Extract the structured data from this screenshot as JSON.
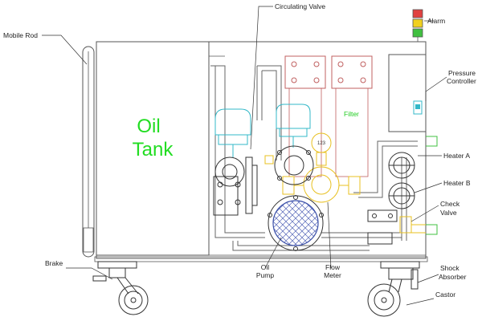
{
  "tank": {
    "line1": "Oil",
    "line2": "Tank"
  },
  "filter_label": "Filter",
  "meter_readout": "123",
  "labels": {
    "mobile_rod": "Mobile Rod",
    "circulating_valve": "Circulating Valve",
    "alarm": "Alarm",
    "pressure_controller_1": "Pressure",
    "pressure_controller_2": "Controller",
    "heater_a": "Heater A",
    "heater_b": "Heater B",
    "check_valve_1": "Check",
    "check_valve_2": "Valve",
    "brake": "Brake",
    "oil_pump_1": "Oil",
    "oil_pump_2": "Pump",
    "flow_meter_1": "Flow",
    "flow_meter_2": "Meter",
    "shock_absorber_1": "Shock",
    "shock_absorber_2": "Absorber",
    "castor": "Castor"
  },
  "colors": {
    "alarm_red": "#e04040",
    "alarm_yellow": "#f0d020",
    "alarm_green": "#40c040",
    "tank_text": "#22dd22",
    "cyan_part": "#33b8c8",
    "yellow_part": "#e8c020",
    "filter_red": "#c06060",
    "pump_blue": "#3a4fa8"
  }
}
